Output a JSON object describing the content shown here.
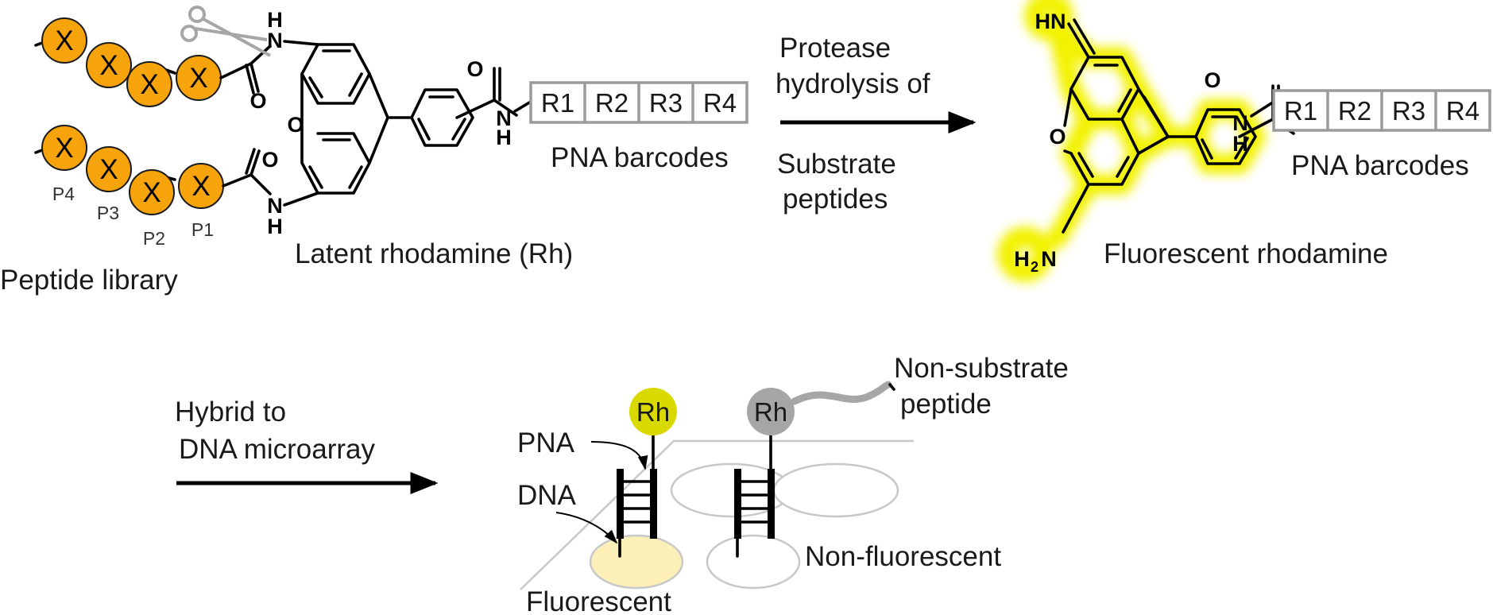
{
  "panel_top": {
    "peptide_library": {
      "residue_symbol": "X",
      "position_labels": [
        "P4",
        "P3",
        "P2",
        "P1"
      ],
      "caption": "Peptide library"
    },
    "latent_rhodamine": {
      "caption": "Latent rhodamine (Rh)",
      "atoms": {
        "nh_top_h": "H",
        "nh_top_n": "N",
        "ring_o": "O",
        "nh_bottom_n": "N",
        "nh_bottom_h": "H",
        "amide_o": "O",
        "amide_n": "N",
        "amide_h": "H",
        "peptide_amide_o_top": "O",
        "peptide_amide_o_bottom": "O"
      }
    },
    "pna_barcodes_left": {
      "cells": [
        "R1",
        "R2",
        "R3",
        "R4"
      ],
      "caption": "PNA barcodes"
    },
    "reaction_arrow": {
      "above_lines": [
        "Protease",
        "hydrolysis of"
      ],
      "below_lines": [
        "Substrate",
        "peptides"
      ]
    },
    "fluorescent_rhodamine": {
      "caption": "Fluorescent rhodamine",
      "atoms": {
        "imine": "HN",
        "ring_o": "O",
        "amine_h": "H",
        "amine_sub": "2",
        "amine_n": "N",
        "amide_o": "O",
        "amide_n": "N",
        "amide_h": "H"
      },
      "glow_color": "#f2f200"
    },
    "pna_barcodes_right": {
      "cells": [
        "R1",
        "R2",
        "R3",
        "R4"
      ],
      "caption": "PNA barcodes"
    }
  },
  "panel_bottom": {
    "hybrid_arrow": {
      "lines": [
        "Hybrid to",
        "DNA microarray"
      ]
    },
    "labels": {
      "pna": "PNA",
      "dna": "DNA",
      "fluorescent": "Fluorescent",
      "non_fluorescent": "Non-fluorescent",
      "non_substrate": [
        "Non-substrate",
        "peptide"
      ]
    },
    "rh_fluorescent": {
      "text": "Rh",
      "color": "#d9d900"
    },
    "rh_nonfluorescent": {
      "text": "Rh",
      "color": "#a6a6a6"
    },
    "spot_fluorescent_color": "#fcf0b8"
  }
}
